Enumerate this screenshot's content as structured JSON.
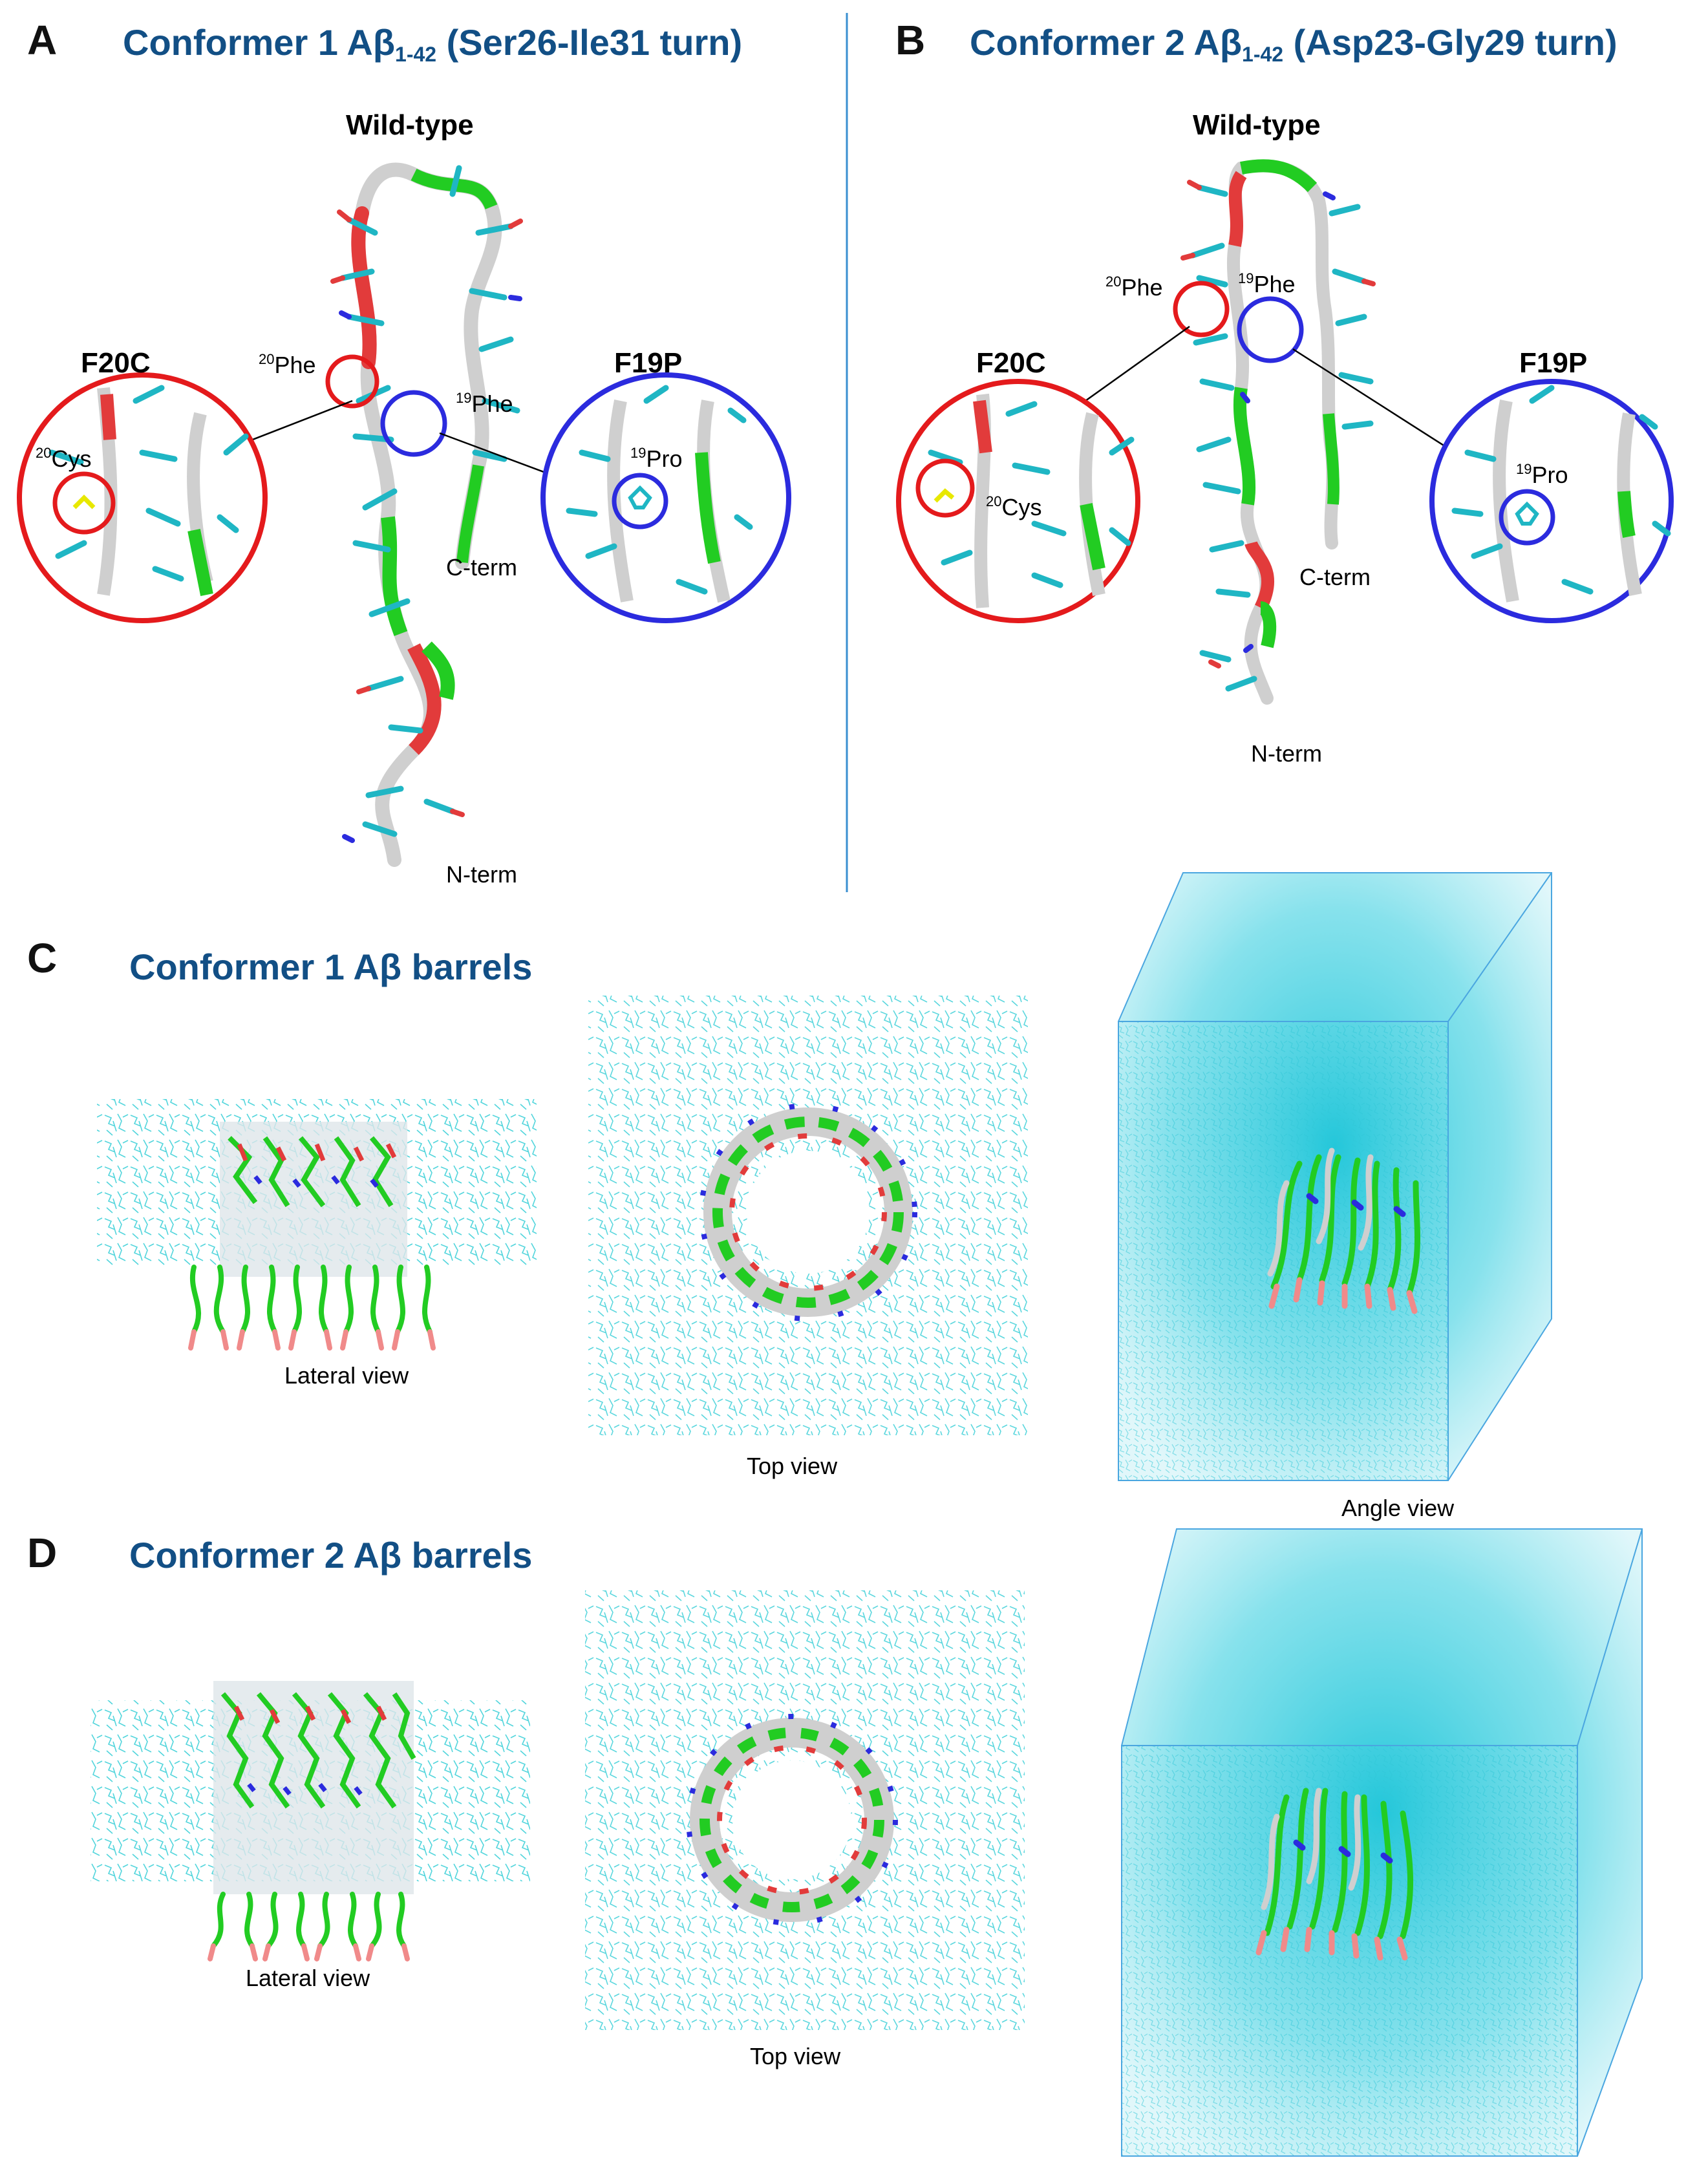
{
  "panels": {
    "A": {
      "letter": "A",
      "title_prefix": "Conformer 1 Aβ",
      "title_sub": "1-42",
      "title_suffix": " (Ser26-Ile31 turn)",
      "wild_type": "Wild-type",
      "mutant_left": "F20C",
      "mutant_right": "F19P",
      "phe20_sup": "20",
      "phe20_text": "Phe",
      "phe19_sup": "19",
      "phe19_text": "Phe",
      "cys20_sup": "20",
      "cys20_text": "Cys",
      "pro19_sup": "19",
      "pro19_text": "Pro",
      "c_term": "C-term",
      "n_term": "N-term"
    },
    "B": {
      "letter": "B",
      "title_prefix": "Conformer 2 Aβ",
      "title_sub": "1-42",
      "title_suffix": " (Asp23-Gly29 turn)",
      "wild_type": "Wild-type",
      "mutant_left": "F20C",
      "mutant_right": "F19P",
      "phe20_sup": "20",
      "phe20_text": "Phe",
      "phe19_sup": "19",
      "phe19_text": "Phe",
      "cys20_sup": "20",
      "cys20_text": "Cys",
      "pro19_sup": "19",
      "pro19_text": "Pro",
      "c_term": "C-term",
      "n_term": "N-term"
    },
    "C": {
      "letter": "C",
      "title": "Conformer 1 Aβ barrels",
      "lateral": "Lateral view",
      "top": "Top view",
      "angle": "Angle view"
    },
    "D": {
      "letter": "D",
      "title": "Conformer 2 Aβ barrels",
      "lateral": "Lateral view",
      "top": "Top view"
    }
  },
  "colors": {
    "title_blue": "#124f85",
    "highlight_red": "#e41a1c",
    "highlight_blue": "#2b2bde",
    "membrane_cyan": "#3fd0d8",
    "strand_green": "#22cc22",
    "strand_white": "#cfcfcf",
    "strand_red": "#e23b3b",
    "box_line": "#4aa6e0",
    "divider": "#3a8fd0"
  }
}
